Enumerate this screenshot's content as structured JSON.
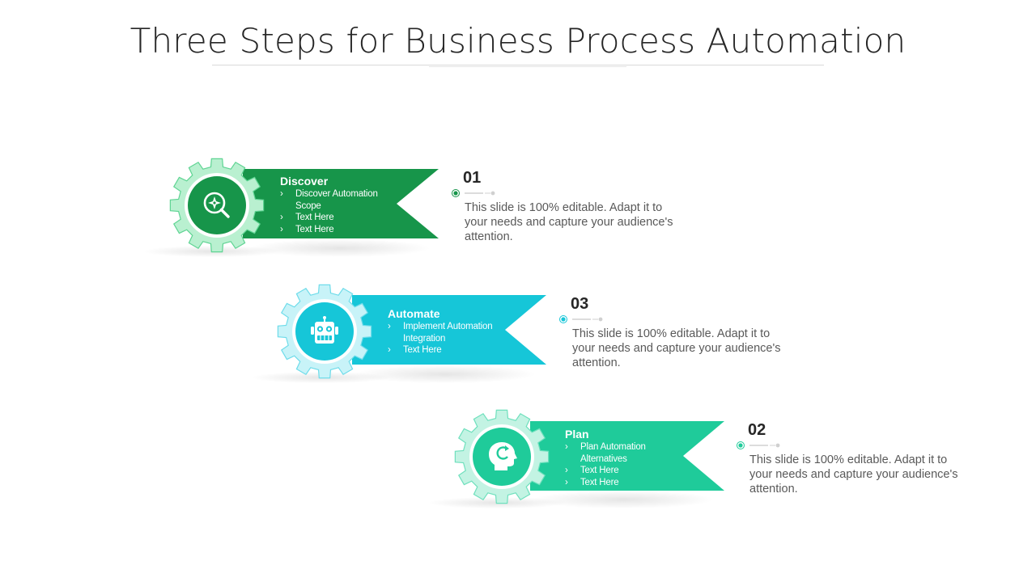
{
  "title": "Three Steps for Business Process Automation",
  "colors": {
    "discover": "#17954a",
    "automate": "#16c6d8",
    "plan": "#1fcb9a"
  },
  "steps": [
    {
      "id": "discover",
      "heading": "Discover",
      "icon": "magnifier-compass-icon",
      "items": [
        {
          "bullet": "›",
          "text": "Discover Automation Scope"
        },
        {
          "bullet": "›",
          "text": "Text Here"
        },
        {
          "bullet": "›",
          "text": "Text Here"
        }
      ],
      "number": "01",
      "description": "This slide is 100% editable. Adapt it to your needs and capture your audience's attention."
    },
    {
      "id": "automate",
      "heading": "Automate",
      "icon": "robot-icon",
      "items": [
        {
          "bullet": "›",
          "text": "Implement Automation Integration"
        },
        {
          "bullet": "›",
          "text": "Text Here"
        }
      ],
      "number": "03",
      "description": "This slide is 100% editable. Adapt it to your needs and capture your audience's attention."
    },
    {
      "id": "plan",
      "heading": "Plan",
      "icon": "head-refresh-icon",
      "items": [
        {
          "bullet": "›",
          "text": "Plan Automation Alternatives"
        },
        {
          "bullet": "›",
          "text": "Text Here"
        },
        {
          "bullet": "›",
          "text": "Text Here"
        }
      ],
      "number": "02",
      "description": "This slide is 100% editable. Adapt it to your needs and capture your audience's attention."
    }
  ]
}
